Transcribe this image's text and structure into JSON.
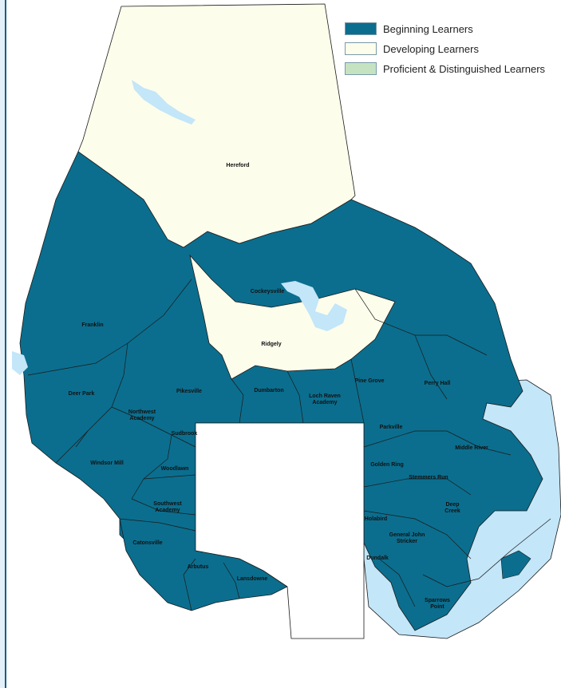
{
  "legend": [
    {
      "label": "Beginning Learners",
      "color": "#0b6e8e"
    },
    {
      "label": "Developing Learners",
      "color": "#fdfdec"
    },
    {
      "label": "Proficient & Distinguished Learners",
      "color": "#c6e3c1"
    }
  ],
  "colors": {
    "beginning": "#0b6e8e",
    "developing": "#fdfdec",
    "water": "#c3e6f8",
    "border": "#1a1a1a"
  },
  "regions": {
    "hereford": "Hereford",
    "cockeysville": "Cockeysville",
    "franklin": "Franklin",
    "ridgely": "Ridgely",
    "deer_park": "Deer Park",
    "pikesville": "Pikesville",
    "northwest_academy_1": "Northwest",
    "northwest_academy_2": "Academy",
    "sudbrook": "Sudbrook",
    "dumbarton": "Dumbarton",
    "loch_raven_1": "Loch Raven",
    "loch_raven_2": "Academy",
    "pine_grove": "Pine Grove",
    "perry_hall": "Perry Hall",
    "parkville": "Parkville",
    "middle_river": "Middle River",
    "windsor_mill": "Windsor Mill",
    "woodlawn": "Woodlawn",
    "golden_ring": "Golden Ring",
    "stemmers_run": "Stemmers Run",
    "southwest_1": "Southwest",
    "southwest_2": "Academy",
    "deep_creek_1": "Deep",
    "deep_creek_2": "Creek",
    "holabird": "Holabird",
    "general_john_stricker_1": "General John",
    "general_john_stricker_2": "Stricker",
    "catonsville": "Catonsville",
    "dundalk": "Dundalk",
    "arbutus": "Arbutus",
    "lansdowne": "Lansdowne",
    "sparrows_point_1": "Sparrows",
    "sparrows_point_2": "Point"
  }
}
